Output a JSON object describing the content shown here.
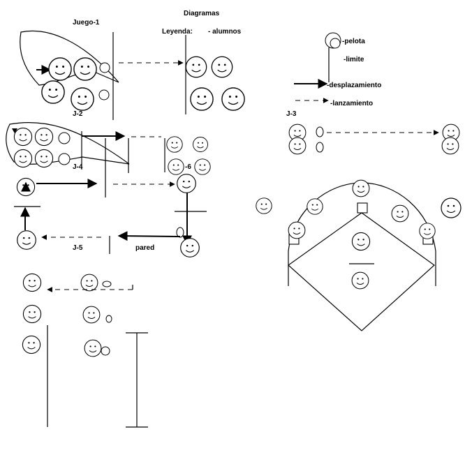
{
  "title": "Diagramas",
  "legend": {
    "heading": "Leyenda:",
    "alumnos": "- alumnos",
    "pelota": "-pelota",
    "limite": "-limite",
    "desplazamiento": "-desplazamiento",
    "lanzamiento": "-lanzamiento"
  },
  "games": {
    "j1": "Juego-1",
    "j2": "J-2",
    "j3": "J-3",
    "j4": "J-4",
    "j5": "J-5",
    "j6_partial": "-6"
  },
  "labels": {
    "pared": "pared"
  }
}
